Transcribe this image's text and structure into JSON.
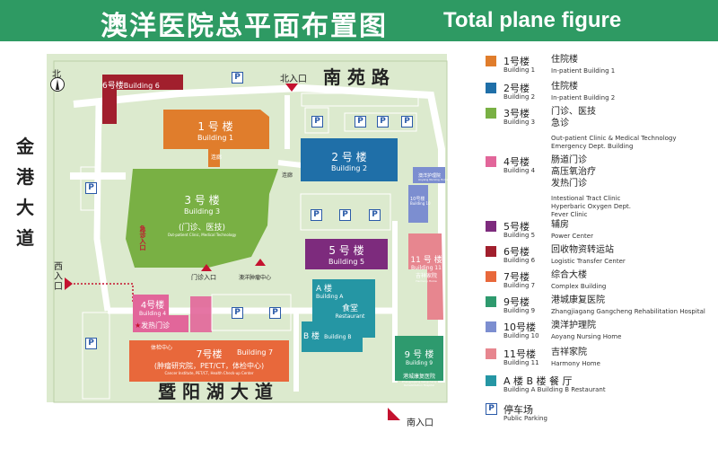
{
  "title": {
    "zh": "澳洋医院总平面布置图",
    "en": "Total plane figure"
  },
  "roads": {
    "south_garden": "南 苑 路",
    "jingang": [
      "金",
      "港",
      "大",
      "道"
    ],
    "jiyanghu": "暨 阳 湖 大 道"
  },
  "compass": "北",
  "entrances": {
    "north": "北入口",
    "west": [
      "西",
      "入",
      "口"
    ],
    "south": "南入口"
  },
  "buildings": {
    "b1": {
      "zh": "1 号 楼",
      "en": "Building 1",
      "color": "#e07d2c"
    },
    "b2": {
      "zh": "2 号 楼",
      "en": "Building 2",
      "color": "#1f6fa8"
    },
    "b3": {
      "zh": "3 号 楼",
      "en": "Building 3",
      "sub": "(门诊、医技)",
      "sub_en": "Out-patient Clinic, Medical Technology",
      "color": "#79b044"
    },
    "b4": {
      "zh": "4号楼",
      "en": "Building 4",
      "sub": "发热门诊",
      "color": "#e2669a"
    },
    "b5": {
      "zh": "5 号 楼",
      "en": "Building 5",
      "color": "#7d2b7d"
    },
    "b6": {
      "zh": "6号楼",
      "en": "Building 6",
      "color": "#a11f2d"
    },
    "b7": {
      "zh": "7号楼",
      "en": "Building 7",
      "sub": "(肿瘤研究院，PET/CT，体检中心)",
      "sub_en": "Cancer Institute, PET/CT, Health Check-up Center",
      "color": "#e8683b"
    },
    "b9": {
      "zh": "9 号 楼",
      "en": "Building 9",
      "sub": "港城康复医院",
      "sub_en": "Zhangjiagang Gangcheng Rehabilitation Hospital",
      "color": "#2e9a6e"
    },
    "b10": {
      "zh": "10号楼",
      "en": "Building 10",
      "color": "#7c8ed0"
    },
    "b11": {
      "zh": "11 号 楼",
      "en": "Building 11",
      "sub": "吉祥家院",
      "sub_en": "Harmony Home",
      "color": "#e7868f"
    },
    "ba": {
      "zh": "A 楼",
      "en": "Building A",
      "sub": "食堂",
      "sub_en": "Restaurant",
      "color": "#2596a4"
    },
    "bb": {
      "zh": "B 楼",
      "en": "Building B",
      "color": "#2596a4"
    }
  },
  "map_labels": {
    "corridor": "连廊",
    "corridor2": "连廊",
    "nursing_home": "澳洋护理院",
    "nursing_home_en": "Aoyang Nursing Home",
    "clinic_entrance": "门诊入口",
    "oncology_center": "澳洋肿瘤中心",
    "checkup_entrance": "体检中心",
    "emergency": "急诊入口",
    "parking": "P"
  },
  "legend": [
    {
      "num": "1号楼",
      "num_en": "Building 1",
      "desc": [
        "住院楼"
      ],
      "desc_en": [
        "In-patient  Building 1"
      ],
      "color": "#e07d2c"
    },
    {
      "num": "2号楼",
      "num_en": "Building 2",
      "desc": [
        "住院楼"
      ],
      "desc_en": [
        "In-patient  Building 2"
      ],
      "color": "#1f6fa8"
    },
    {
      "num": "3号楼",
      "num_en": "Building 3",
      "desc": [
        "门诊、医技",
        "急诊"
      ],
      "desc_en": [
        "Out-patient Clinic & Medical Technology",
        "Emergency Dept. Building"
      ],
      "color": "#79b044"
    },
    {
      "num": "4号楼",
      "num_en": "Building 4",
      "desc": [
        "肠道门诊",
        "高压氧治疗",
        "发热门诊"
      ],
      "desc_en": [
        "Intestional Tract Clinic",
        "Hyperbaric Oxygen Dept.",
        "Fever Clinic"
      ],
      "color": "#e2669a"
    },
    {
      "num": "5号楼",
      "num_en": "Building 5",
      "desc": [
        "辅房"
      ],
      "desc_en": [
        "Power Center"
      ],
      "color": "#7d2b7d"
    },
    {
      "num": "6号楼",
      "num_en": "Building 6",
      "desc": [
        "回收物资转运站"
      ],
      "desc_en": [
        "Logistic Transfer Center"
      ],
      "color": "#a11f2d"
    },
    {
      "num": "7号楼",
      "num_en": "Building 7",
      "desc": [
        "综合大楼"
      ],
      "desc_en": [
        "Complex Building"
      ],
      "color": "#e8683b"
    },
    {
      "num": "9号楼",
      "num_en": "Building 9",
      "desc": [
        "港城康复医院"
      ],
      "desc_en": [
        "Zhangjiagang Gangcheng Rehabilitation Hospital"
      ],
      "color": "#2e9a6e"
    },
    {
      "num": "10号楼",
      "num_en": "Building 10",
      "desc": [
        "澳洋护理院"
      ],
      "desc_en": [
        "Aoyang Nursing Home"
      ],
      "color": "#7c8ed0"
    },
    {
      "num": "11号楼",
      "num_en": "Building 11",
      "desc": [
        "吉祥家院"
      ],
      "desc_en": [
        "Harmony Home"
      ],
      "color": "#e7868f"
    },
    {
      "num": "A 楼   B 楼   餐  厅",
      "num_en": "Building A   Building B      Restaurant",
      "desc": [],
      "desc_en": [],
      "color": "#2596a4"
    },
    {
      "num": "停车场",
      "num_en": "Public Parking",
      "desc": [],
      "desc_en": [],
      "color": "#ffffff",
      "parking": true
    }
  ]
}
